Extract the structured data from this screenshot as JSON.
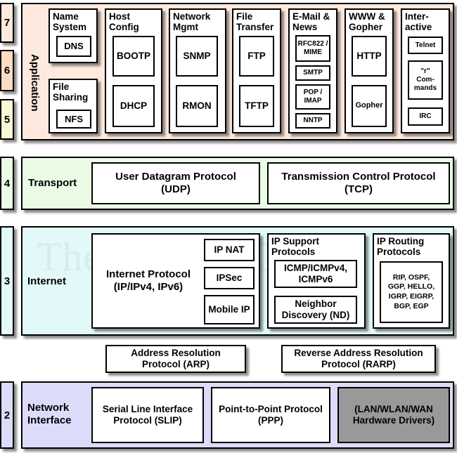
{
  "layer_numbers": [
    "7",
    "6",
    "5",
    "4",
    "3",
    "2"
  ],
  "colors": {
    "application_bg": "#fde9de",
    "transport_bg": "#eafbe6",
    "internet_bg": "#e3f9f9",
    "network_bg": "#dcdcfa",
    "layer7_bg": "#fde9de",
    "layer6_bg": "#fbdcc3",
    "layer5_bg": "#f7f7d4",
    "layer4_bg": "#eafbe6",
    "layer3_bg": "#e3f9f9",
    "layer2_bg": "#dcdcfa",
    "driver_box_bg": "#999999"
  },
  "application": {
    "label": "Application",
    "name_system": {
      "heading": "Name System",
      "items": [
        "DNS"
      ]
    },
    "file_sharing": {
      "heading": "File Sharing",
      "items": [
        "NFS"
      ]
    },
    "host_config": {
      "heading": "Host Config",
      "items": [
        "BOOTP",
        "DHCP"
      ]
    },
    "network_mgmt": {
      "heading": "Network Mgmt",
      "items": [
        "SNMP",
        "RMON"
      ]
    },
    "file_transfer": {
      "heading": "File Transfer",
      "items": [
        "FTP",
        "TFTP"
      ]
    },
    "email_news": {
      "heading": "E-Mail & News",
      "items": [
        "RFC822 / MIME",
        "SMTP",
        "POP / IMAP",
        "NNTP"
      ]
    },
    "www_gopher": {
      "heading": "WWW & Gopher",
      "items": [
        "HTTP",
        "Gopher"
      ]
    },
    "interactive": {
      "heading": "Inter-active",
      "items": [
        "Telnet",
        "\"r\" Com-mands",
        "IRC"
      ]
    }
  },
  "transport": {
    "label": "Transport",
    "udp": "User Datagram Protocol (UDP)",
    "tcp": "Transmission Control Protocol (TCP)"
  },
  "internet": {
    "label": "Internet",
    "watermark": "The TCP/IP Guide",
    "ip": "Internet Protocol (IP/IPv4, IPv6)",
    "ip_nat": "IP NAT",
    "ipsec": "IPSec",
    "mobile_ip": "Mobile IP",
    "support_heading": "IP Support Protocols",
    "icmp": "ICMP/ICMPv4, ICMPv6",
    "nd": "Neighbor Discovery (ND)",
    "routing_heading": "IP Routing Protocols",
    "routing_list": "RIP, OSPF, GGP, HELLO, IGRP, EIGRP, BGP, EGP"
  },
  "resolution": {
    "arp": "Address Resolution Protocol (ARP)",
    "rarp": "Reverse Address Resolution Protocol (RARP)"
  },
  "network_interface": {
    "label": "Network Interface",
    "slip": "Serial Line Interface Protocol (SLIP)",
    "ppp": "Point-to-Point Protocol (PPP)",
    "drivers": "(LAN/WLAN/WAN Hardware Drivers)"
  }
}
